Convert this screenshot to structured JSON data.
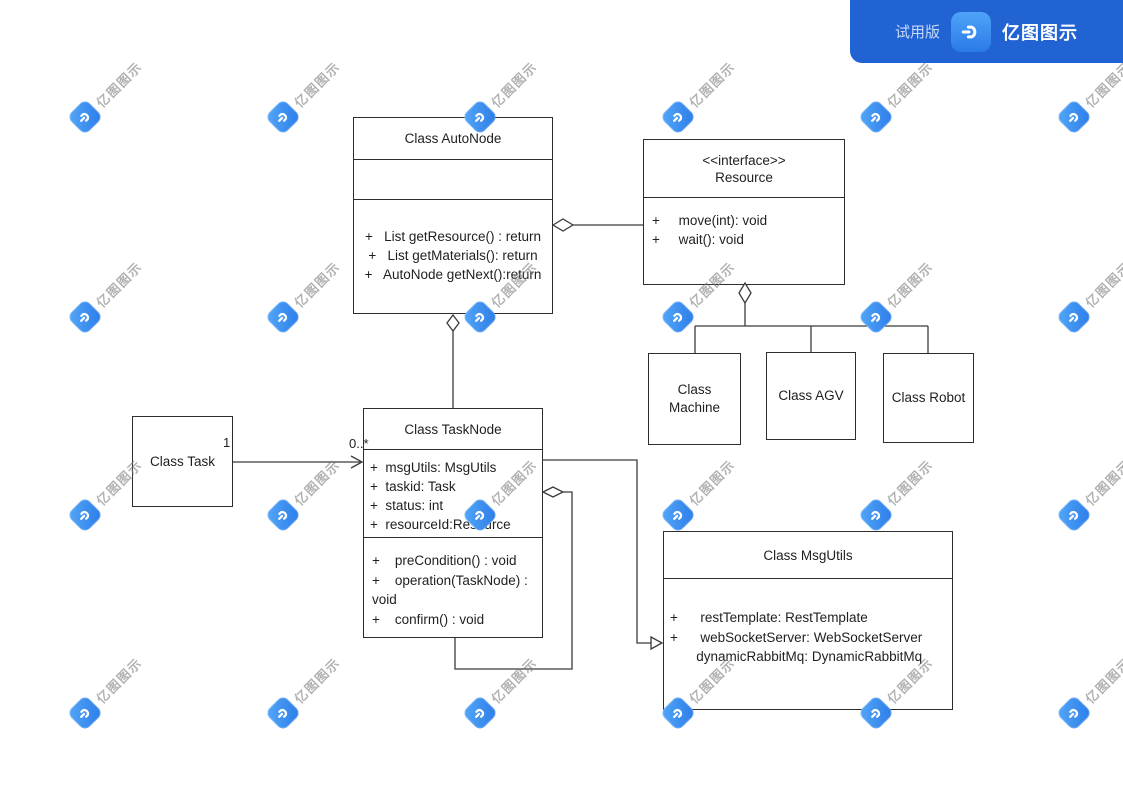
{
  "header": {
    "trial_label": "试用版",
    "brand": "亿图图示",
    "bar_color": "#2163d2",
    "tile_color_top": "#4ea4f7",
    "tile_color_bottom": "#2a7ae8",
    "trial_label_color": "#c6d9f9"
  },
  "watermark": {
    "text": "亿图图示"
  },
  "classes": {
    "autonode": {
      "title": "Class AutoNode",
      "methods": [
        "+   List getResource() : return",
        "+   List getMaterials(): return",
        "+   AutoNode getNext():return"
      ]
    },
    "resource": {
      "stereotype": "<<interface>>",
      "name": "Resource",
      "methods": [
        "+     move(int): void",
        "+     wait(): void"
      ]
    },
    "machine": {
      "title": "Class Machine"
    },
    "agv": {
      "title": "Class AGV"
    },
    "robot": {
      "title": "Class Robot"
    },
    "task": {
      "title": "Class Task"
    },
    "tasknode": {
      "title": "Class TaskNode",
      "attributes": [
        "+  msgUtils: MsgUtils",
        "+  taskid: Task",
        "+  status: int",
        "+  resourceId:Resource"
      ],
      "methods": [
        "+    preCondition() : void",
        "+    operation(TaskNode) : void",
        "+    confirm() : void"
      ]
    },
    "msgutils": {
      "title": "Class MsgUtils",
      "attributes": [
        "+      restTemplate: RestTemplate",
        "+      webSocketServer: WebSocketServer",
        "       dynamicRabbitMq: DynamicRabbitMq"
      ]
    }
  },
  "labels": {
    "task_multiplicity": "1",
    "tasknode_multiplicity": "0..*"
  }
}
